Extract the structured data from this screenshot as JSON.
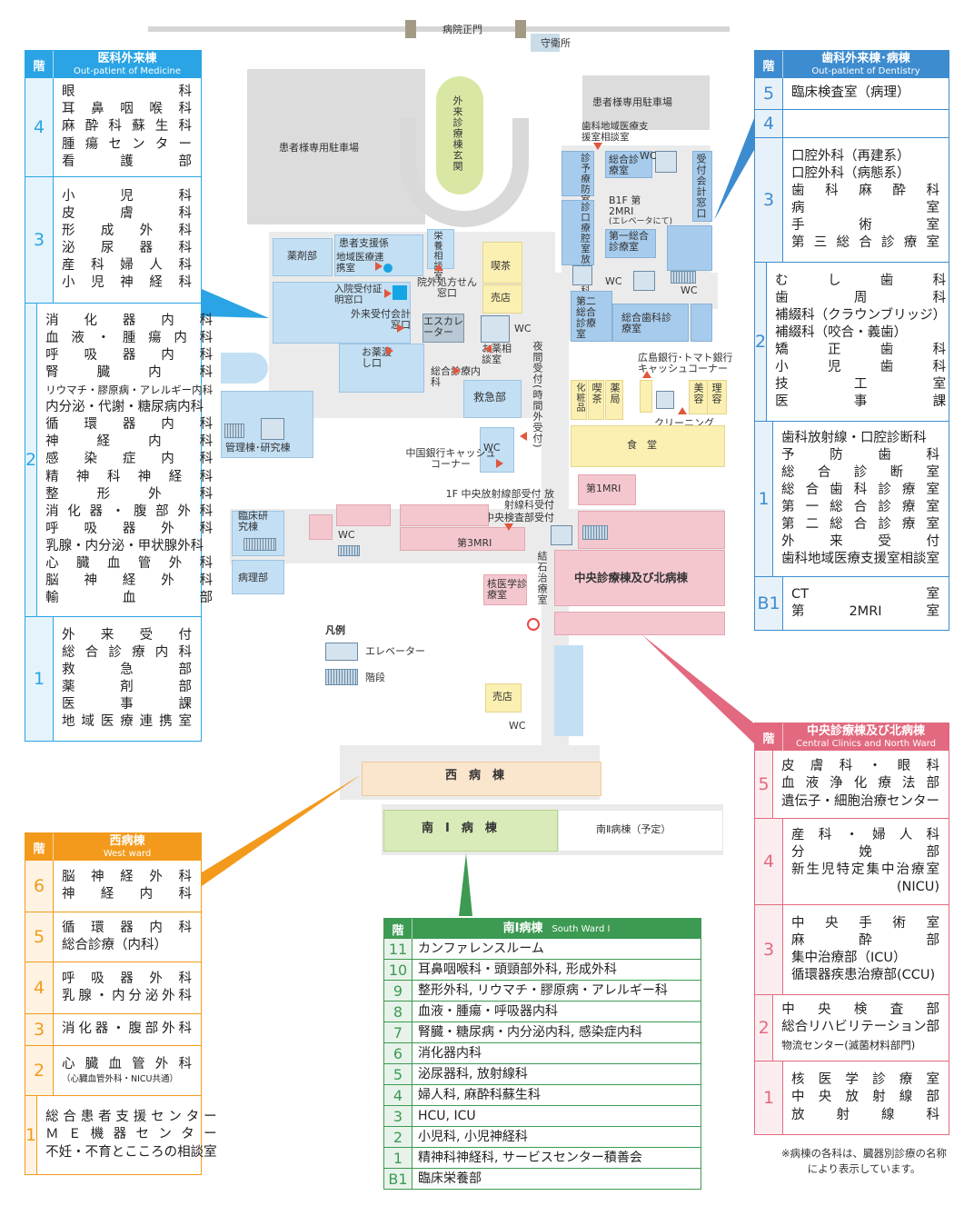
{
  "map": {
    "main_gate": "病院正門",
    "guard": "守衛所",
    "parking_west": "患者様専用駐車場",
    "parking_east": "患者様専用駐車場",
    "outpatient_entrance": "外来診療棟玄関",
    "pharmacy": "薬剤部",
    "patient_support": "患者支援係",
    "regional_link": "地域医療連携室",
    "meal_room": "栄養相談室",
    "cafe1": "喫茶",
    "shop1": "売店",
    "outside_rx": "院外処方せん窓口",
    "admission_desk": "入院受付証明窓口",
    "outpatient_desk": "外来受付会計窓口",
    "escalator": "エスカレーター",
    "wc": "WC",
    "medicine_pickup": "お薬渡し口",
    "medicine_consult": "お薬相談室",
    "general_internal": "総合診療内科",
    "emergency": "救急部",
    "night_desk": "夜間受付(時間外受付)",
    "admin_bldg": "管理棟･研究棟",
    "chugoku_bank": "中国銀行キャッシュコーナー",
    "radiology_desk": "1F 中央放射線部受付 放射線科受付",
    "lab_desk": "2F 中央検査部受付",
    "mri3": "第3MRI",
    "mri1": "第1MRI",
    "clinical_research": "臨床研究棟",
    "pathology": "病理部",
    "nuclear_med": "核医学診療室",
    "lithotripsy": "結石治療室",
    "central_bldg": "中央診療棟及び北病棟",
    "hiroshima_bank": "広島銀行･トマト銀行キャッシュコーナー",
    "cosmetics": "化粧品",
    "cafe2": "喫茶",
    "drugstore": "薬局",
    "beauty": "美容",
    "barber": "理容",
    "cleaning": "クリーニング",
    "cafeteria": "食　堂",
    "dental_consult": "歯科地域医療支援室相談室",
    "prevent_dent": "診予療防室歯科",
    "gen_dent_clinic": "総合診療室",
    "b1f_mri2": "B1F 第2MRI",
    "b1f_note": "(エレベータにて)",
    "first_gen_dent": "第一総合診療室",
    "oral_rad": "診口療腔室放射線科",
    "second_gen_dent": "第二総合診療室",
    "gen_dental_clinic": "総合歯科診療室",
    "reception_dent": "受付会計窓口",
    "shop2": "売店",
    "west_ward": "西　病　棟",
    "south1_ward": "南　I　病　棟",
    "south2_ward": "南Ⅱ病棟（予定）",
    "legend_title": "凡例",
    "legend_elevator": "エレベーター",
    "legend_stairs": "階段",
    "note": "※病棟の各科は、臓器別診療の名称により表示しています。"
  },
  "medicine": {
    "header_floor": "階",
    "title": "医科外来棟",
    "title_en": "Out-patient of Medicine",
    "color": "#2aa4e4",
    "floors": [
      {
        "floor": "4",
        "items": [
          "眼科",
          "耳鼻咽喉科",
          "麻酔科蘇生科",
          "腫瘍センター",
          "看護部"
        ]
      },
      {
        "floor": "3",
        "items": [
          "小児科",
          "皮膚科",
          "形成外科",
          "泌尿器科",
          "産科婦人科",
          "小児神経科"
        ]
      },
      {
        "floor": "2",
        "items": [
          "消化器内科",
          "血液・腫瘍内科",
          "呼吸器内科",
          "腎臓内科",
          "リウマチ・膠原病・アレルギー内科",
          "内分泌・代謝・糖尿病内科",
          "循環器内科",
          "神経内科",
          "感染症内科",
          "精神科神経科",
          "整形外科",
          "消化器・腹部外科",
          "呼吸器外科",
          "乳腺・内分泌・甲状腺外科",
          "心臓血管外科",
          "脳神経外科",
          "輸血部"
        ]
      },
      {
        "floor": "1",
        "items": [
          "外来受付",
          "総合診療内科",
          "救急部",
          "薬剤部",
          "医事課",
          "地域医療連携室"
        ]
      }
    ]
  },
  "dentistry": {
    "header_floor": "階",
    "title": "歯科外来棟･病棟",
    "title_en": "Out-patient of Dentistry",
    "color": "#3d8ccf",
    "floors": [
      {
        "floor": "5",
        "items": [
          "臨床検査室（病理）"
        ]
      },
      {
        "floor": "4",
        "items": []
      },
      {
        "floor": "3",
        "items": [
          "口腔外科（再建系）",
          "口腔外科（病態系）",
          "歯科麻酔科",
          "病室",
          "手術室",
          "第三総合診療室"
        ]
      },
      {
        "floor": "2",
        "items": [
          "むし歯科",
          "歯周科",
          "補綴科（クラウンブリッジ）",
          "補綴科（咬合・義歯）",
          "矯正歯科",
          "小児歯科",
          "技工室",
          "医事課"
        ]
      },
      {
        "floor": "1",
        "items": [
          "歯科放射線・口腔診断科",
          "予防歯科",
          "総合診断室",
          "総合歯科診療室",
          "第一総合診療室",
          "第二総合診療室",
          "外来受付",
          "歯科地域医療支援室相談室"
        ]
      },
      {
        "floor": "B1",
        "items": [
          "CT室",
          "第2MRI室"
        ]
      }
    ]
  },
  "central": {
    "header_floor": "階",
    "title": "中央診療棟及び北病棟",
    "title_en": "Central Clinics and North Ward",
    "color": "#e2697f",
    "floors": [
      {
        "floor": "5",
        "items": [
          "皮膚科・眼科",
          "血液浄化療法部",
          "遺伝子・細胞治療センター"
        ]
      },
      {
        "floor": "4",
        "items": [
          "産科・婦人科",
          "分娩部",
          "新生児特定集中治療室",
          "(NICU)"
        ]
      },
      {
        "floor": "3",
        "items": [
          "中央手術室",
          "麻酔部",
          "集中治療部（ICU）",
          "循環器疾患治療部(CCU)"
        ]
      },
      {
        "floor": "2",
        "items": [
          "中央検査部",
          "総合リハビリテーション部",
          "物流センター(滅菌材料部門)"
        ]
      },
      {
        "floor": "1",
        "items": [
          "核医学診療室",
          "中央放射線部",
          "放射線科"
        ]
      }
    ]
  },
  "west": {
    "header_floor": "階",
    "title": "西病棟",
    "title_en": "West ward",
    "color": "#f39a1c",
    "floors": [
      {
        "floor": "6",
        "items": [
          "脳神経外科",
          "神経内科"
        ]
      },
      {
        "floor": "5",
        "items": [
          "循環器内科",
          "総合診療（内科）"
        ]
      },
      {
        "floor": "4",
        "items": [
          "呼吸器外科",
          "乳腺・内分泌外科"
        ]
      },
      {
        "floor": "3",
        "items": [
          "消化器・腹部外科"
        ]
      },
      {
        "floor": "2",
        "items": [
          "心臓血管外科",
          "（心臓血管外科・NICU共通）"
        ]
      },
      {
        "floor": "1",
        "items": [
          "総合患者支援センター",
          "ＭＥ機器センター",
          "不妊・不育とこころの相談室"
        ]
      }
    ]
  },
  "south": {
    "header_floor": "階",
    "title": "南Ⅰ病棟",
    "title_en": "South Ward Ⅰ",
    "color": "#3d9a52",
    "floors": [
      {
        "floor": "11",
        "items": [
          "カンファレンスルーム"
        ]
      },
      {
        "floor": "10",
        "items": [
          "耳鼻咽喉科・頭頸部外科, 形成外科"
        ]
      },
      {
        "floor": "9",
        "items": [
          "整形外科, リウマチ・膠原病・アレルギー科"
        ]
      },
      {
        "floor": "8",
        "items": [
          "血液・腫瘍・呼吸器内科"
        ]
      },
      {
        "floor": "7",
        "items": [
          "腎臓・糖尿病・内分泌内科, 感染症内科"
        ]
      },
      {
        "floor": "6",
        "items": [
          "消化器内科"
        ]
      },
      {
        "floor": "5",
        "items": [
          "泌尿器科, 放射線科"
        ]
      },
      {
        "floor": "4",
        "items": [
          "婦人科, 麻酔科蘇生科"
        ]
      },
      {
        "floor": "3",
        "items": [
          "HCU, ICU"
        ]
      },
      {
        "floor": "2",
        "items": [
          "小児科, 小児神経科"
        ]
      },
      {
        "floor": "1",
        "items": [
          "精神科神経科, サービスセンター積善会"
        ]
      },
      {
        "floor": "B1",
        "items": [
          "臨床栄養部"
        ]
      }
    ]
  }
}
